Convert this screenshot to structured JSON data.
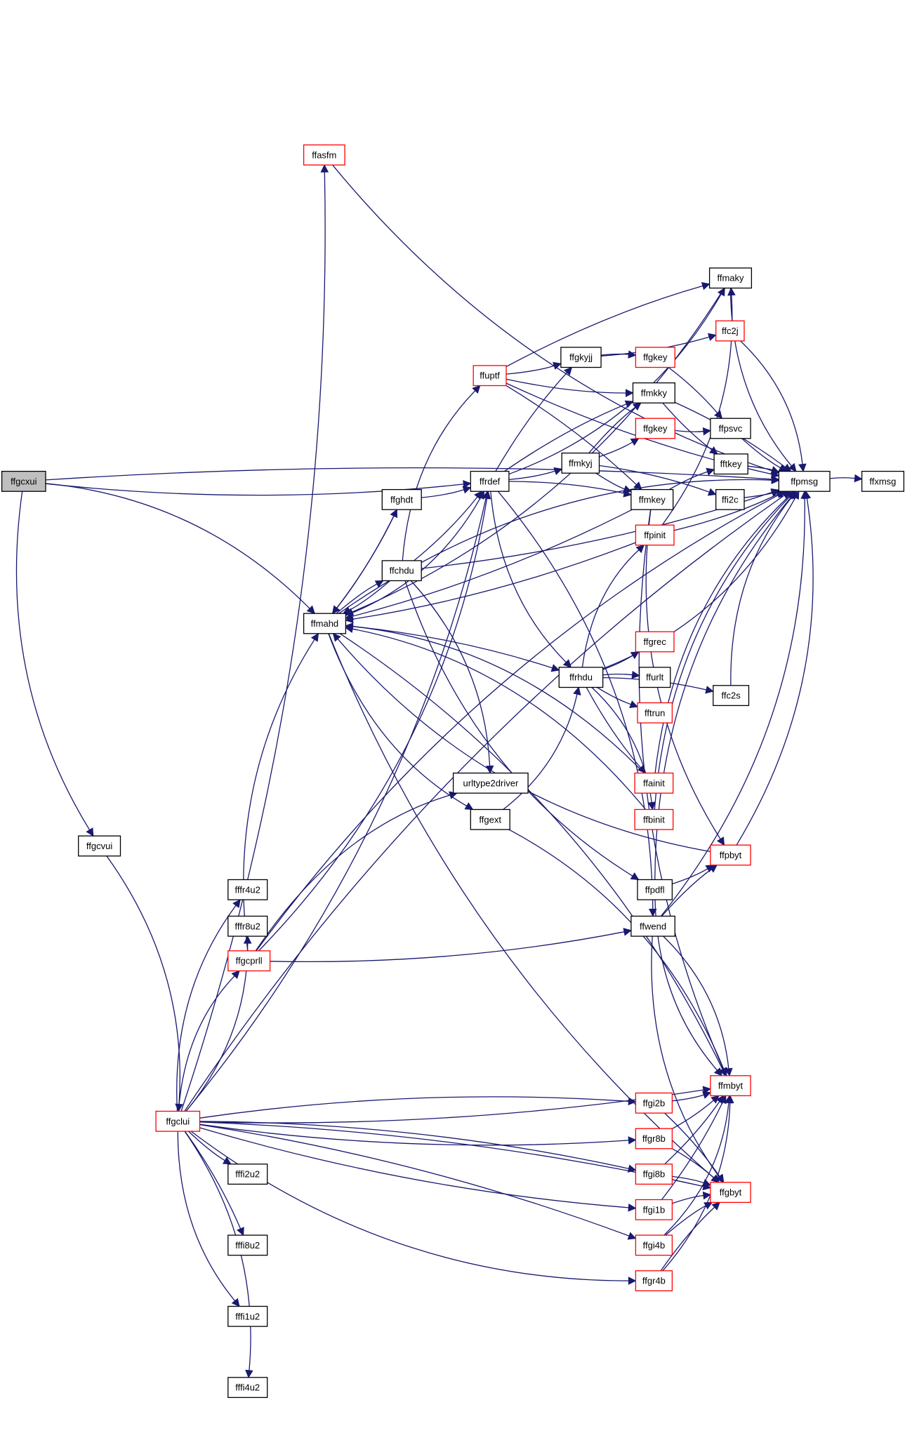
{
  "colors": {
    "edge": "#191970",
    "border_documented": "#000000",
    "border_undocumented": "#ff0000",
    "root_fill": "#bfbfbf",
    "node_fill": "#ffffff"
  },
  "nodes": [
    {
      "id": "ffgcxui",
      "label": "ffgcxui",
      "border": "black",
      "root": true
    },
    {
      "id": "ffgcvui",
      "label": "ffgcvui",
      "border": "black"
    },
    {
      "id": "ffgclui",
      "label": "ffgclui",
      "border": "red"
    },
    {
      "id": "ffasfm",
      "label": "ffasfm",
      "border": "red"
    },
    {
      "id": "ffmahd",
      "label": "ffmahd",
      "border": "black"
    },
    {
      "id": "ffghdt",
      "label": "ffghdt",
      "border": "black"
    },
    {
      "id": "ffchdu",
      "label": "ffchdu",
      "border": "black"
    },
    {
      "id": "ffrdef",
      "label": "ffrdef",
      "border": "black"
    },
    {
      "id": "ffuptf",
      "label": "ffuptf",
      "border": "red"
    },
    {
      "id": "ffgkyjj",
      "label": "ffgkyjj",
      "border": "black"
    },
    {
      "id": "ffgkey1",
      "label": "ffgkey",
      "border": "red"
    },
    {
      "id": "ffgkey2",
      "label": "ffgkey",
      "border": "red"
    },
    {
      "id": "ffmkyj",
      "label": "ffmkyj",
      "border": "black"
    },
    {
      "id": "ffmkky",
      "label": "ffmkky",
      "border": "black"
    },
    {
      "id": "ffmkey",
      "label": "ffmkey",
      "border": "black"
    },
    {
      "id": "ffmaky",
      "label": "ffmaky",
      "border": "black"
    },
    {
      "id": "ffc2j",
      "label": "ffc2j",
      "border": "red"
    },
    {
      "id": "ffpsvc",
      "label": "ffpsvc",
      "border": "black"
    },
    {
      "id": "fftkey",
      "label": "fftkey",
      "border": "black"
    },
    {
      "id": "ffi2c",
      "label": "ffi2c",
      "border": "black"
    },
    {
      "id": "ffpmsg",
      "label": "ffpmsg",
      "border": "black"
    },
    {
      "id": "ffxmsg",
      "label": "ffxmsg",
      "border": "black"
    },
    {
      "id": "ffpinit",
      "label": "ffpinit",
      "border": "red"
    },
    {
      "id": "ffgrec",
      "label": "ffgrec",
      "border": "red"
    },
    {
      "id": "ffrhdu",
      "label": "ffrhdu",
      "border": "black"
    },
    {
      "id": "ffurlt",
      "label": "ffurlt",
      "border": "black"
    },
    {
      "id": "fftrun",
      "label": "fftrun",
      "border": "red"
    },
    {
      "id": "ffc2s",
      "label": "ffc2s",
      "border": "black"
    },
    {
      "id": "ffainit",
      "label": "ffainit",
      "border": "red"
    },
    {
      "id": "ffbinit",
      "label": "ffbinit",
      "border": "red"
    },
    {
      "id": "urltype2driver",
      "label": "urltype2driver",
      "border": "black"
    },
    {
      "id": "ffgext",
      "label": "ffgext",
      "border": "black"
    },
    {
      "id": "ffpbyt",
      "label": "ffpbyt",
      "border": "red"
    },
    {
      "id": "ffpdfl",
      "label": "ffpdfl",
      "border": "black"
    },
    {
      "id": "ffwend",
      "label": "ffwend",
      "border": "black"
    },
    {
      "id": "fffr4u2",
      "label": "fffr4u2",
      "border": "black"
    },
    {
      "id": "fffr8u2",
      "label": "fffr8u2",
      "border": "black"
    },
    {
      "id": "ffgcprll",
      "label": "ffgcprll",
      "border": "red"
    },
    {
      "id": "ffmbyt",
      "label": "ffmbyt",
      "border": "red"
    },
    {
      "id": "ffgi2b",
      "label": "ffgi2b",
      "border": "red"
    },
    {
      "id": "ffgr8b",
      "label": "ffgr8b",
      "border": "red"
    },
    {
      "id": "ffgi8b",
      "label": "ffgi8b",
      "border": "red"
    },
    {
      "id": "ffgbyt",
      "label": "ffgbyt",
      "border": "red"
    },
    {
      "id": "ffgi1b",
      "label": "ffgi1b",
      "border": "red"
    },
    {
      "id": "ffgi4b",
      "label": "ffgi4b",
      "border": "red"
    },
    {
      "id": "ffgr4b",
      "label": "ffgr4b",
      "border": "red"
    },
    {
      "id": "fffi2u2",
      "label": "fffi2u2",
      "border": "black"
    },
    {
      "id": "fffi8u2",
      "label": "fffi8u2",
      "border": "black"
    },
    {
      "id": "fffi1u2",
      "label": "fffi1u2",
      "border": "black"
    },
    {
      "id": "fffi4u2",
      "label": "fffi4u2",
      "border": "black"
    }
  ],
  "edges": [
    [
      "ffgcxui",
      "ffpmsg"
    ],
    [
      "ffgcxui",
      "ffrdef"
    ],
    [
      "ffgcxui",
      "ffmahd"
    ],
    [
      "ffgcxui",
      "ffgcvui"
    ],
    [
      "ffgcvui",
      "ffgclui"
    ],
    [
      "ffgclui",
      "ffasfm"
    ],
    [
      "ffgclui",
      "ffpmsg"
    ],
    [
      "ffgclui",
      "ffrdef"
    ],
    [
      "ffgclui",
      "fffr4u2"
    ],
    [
      "ffgclui",
      "fffr8u2"
    ],
    [
      "ffgclui",
      "ffgcprll"
    ],
    [
      "ffgclui",
      "ffmbyt"
    ],
    [
      "ffgclui",
      "ffgi2b"
    ],
    [
      "ffgclui",
      "ffgr8b"
    ],
    [
      "ffgclui",
      "ffgi8b"
    ],
    [
      "ffgclui",
      "ffgi1b"
    ],
    [
      "ffgclui",
      "ffgi4b"
    ],
    [
      "ffgclui",
      "ffgr4b"
    ],
    [
      "ffgclui",
      "ffgbyt"
    ],
    [
      "ffgclui",
      "fffi2u2"
    ],
    [
      "ffgclui",
      "fffi8u2"
    ],
    [
      "ffgclui",
      "fffi1u2"
    ],
    [
      "ffgclui",
      "fffi4u2"
    ],
    [
      "ffasfm",
      "ffpmsg"
    ],
    [
      "ffmahd",
      "ffpmsg"
    ],
    [
      "ffmahd",
      "ffghdt"
    ],
    [
      "ffmahd",
      "ffchdu"
    ],
    [
      "ffmahd",
      "ffrdef"
    ],
    [
      "ffmahd",
      "ffrhdu"
    ],
    [
      "ffmahd",
      "ffgext"
    ],
    [
      "ffmahd",
      "ffmbyt"
    ],
    [
      "ffmahd",
      "ffgbyt"
    ],
    [
      "ffghdt",
      "ffmahd"
    ],
    [
      "ffghdt",
      "ffrdef"
    ],
    [
      "ffchdu",
      "ffmahd"
    ],
    [
      "ffchdu",
      "ffrdef"
    ],
    [
      "ffchdu",
      "ffuptf"
    ],
    [
      "ffchdu",
      "ffpmsg"
    ],
    [
      "ffchdu",
      "urltype2driver"
    ],
    [
      "ffchdu",
      "ffpdfl"
    ],
    [
      "ffrdef",
      "ffgkyjj"
    ],
    [
      "ffrdef",
      "ffmaky"
    ],
    [
      "ffrdef",
      "ffmkky"
    ],
    [
      "ffrdef",
      "ffmkyj"
    ],
    [
      "ffrdef",
      "ffmkey"
    ],
    [
      "ffrdef",
      "ffrhdu"
    ],
    [
      "ffrdef",
      "ffwend"
    ],
    [
      "ffuptf",
      "ffgkyjj"
    ],
    [
      "ffuptf",
      "ffmaky"
    ],
    [
      "ffuptf",
      "ffmkky"
    ],
    [
      "ffuptf",
      "ffmkey"
    ],
    [
      "ffuptf",
      "ffpmsg"
    ],
    [
      "ffgkyjj",
      "ffgkey1"
    ],
    [
      "ffgkyjj",
      "ffc2j"
    ],
    [
      "ffgkey1",
      "ffpsvc"
    ],
    [
      "ffmkyj",
      "ffgkey2"
    ],
    [
      "ffmkyj",
      "ffmkky"
    ],
    [
      "ffmkyj",
      "ffmkey"
    ],
    [
      "ffmkyj",
      "ffi2c"
    ],
    [
      "ffgkey2",
      "ffpsvc"
    ],
    [
      "ffmkky",
      "ffpmsg"
    ],
    [
      "ffmkky",
      "fftkey"
    ],
    [
      "ffmkey",
      "fftkey"
    ],
    [
      "ffmkey",
      "ffpbyt"
    ],
    [
      "ffmkey",
      "ffmahd"
    ],
    [
      "ffmkey",
      "ffmbyt"
    ],
    [
      "ffmaky",
      "ffmahd"
    ],
    [
      "ffmaky",
      "ffpmsg"
    ],
    [
      "ffc2j",
      "ffpmsg"
    ],
    [
      "ffpsvc",
      "ffpmsg"
    ],
    [
      "fftkey",
      "ffpmsg"
    ],
    [
      "ffi2c",
      "ffpmsg"
    ],
    [
      "ffpmsg",
      "ffxmsg"
    ],
    [
      "ffpinit",
      "ffpmsg"
    ],
    [
      "ffpinit",
      "ffmahd"
    ],
    [
      "ffpinit",
      "ffmaky"
    ],
    [
      "ffrhdu",
      "ffpinit"
    ],
    [
      "ffrhdu",
      "ffgrec"
    ],
    [
      "ffrhdu",
      "ffurlt"
    ],
    [
      "ffrhdu",
      "fftrun"
    ],
    [
      "ffrhdu",
      "ffc2s"
    ],
    [
      "ffrhdu",
      "ffainit"
    ],
    [
      "ffrhdu",
      "ffbinit"
    ],
    [
      "ffrhdu",
      "ffpmsg"
    ],
    [
      "ffc2s",
      "ffpmsg"
    ],
    [
      "ffainit",
      "ffmahd"
    ],
    [
      "ffainit",
      "ffpmsg"
    ],
    [
      "ffbinit",
      "ffmahd"
    ],
    [
      "ffbinit",
      "ffpmsg"
    ],
    [
      "ffgext",
      "ffrhdu"
    ],
    [
      "ffgext",
      "ffmbyt"
    ],
    [
      "ffpbyt",
      "ffpmsg"
    ],
    [
      "ffpbyt",
      "ffmahd"
    ],
    [
      "ffpdfl",
      "ffpbyt"
    ],
    [
      "ffpdfl",
      "ffpmsg"
    ],
    [
      "ffpdfl",
      "ffmbyt"
    ],
    [
      "ffwend",
      "ffpbyt"
    ],
    [
      "ffwend",
      "ffpmsg"
    ],
    [
      "ffwend",
      "ffmbyt"
    ],
    [
      "ffwend",
      "ffgbyt"
    ],
    [
      "ffgcprll",
      "ffmahd"
    ],
    [
      "ffgcprll",
      "ffrdef"
    ],
    [
      "ffgcprll",
      "urltype2driver"
    ],
    [
      "ffgcprll",
      "ffwend"
    ],
    [
      "ffgcprll",
      "ffpmsg"
    ],
    [
      "ffgi2b",
      "ffmbyt"
    ],
    [
      "ffgi2b",
      "ffgbyt"
    ],
    [
      "ffgr8b",
      "ffmbyt"
    ],
    [
      "ffgr8b",
      "ffgbyt"
    ],
    [
      "ffgi8b",
      "ffmbyt"
    ],
    [
      "ffgi8b",
      "ffgbyt"
    ],
    [
      "ffgi1b",
      "ffmbyt"
    ],
    [
      "ffgi1b",
      "ffgbyt"
    ],
    [
      "ffgi4b",
      "ffmbyt"
    ],
    [
      "ffgi4b",
      "ffgbyt"
    ],
    [
      "ffgr4b",
      "ffmbyt"
    ],
    [
      "ffgr4b",
      "ffgbyt"
    ]
  ]
}
